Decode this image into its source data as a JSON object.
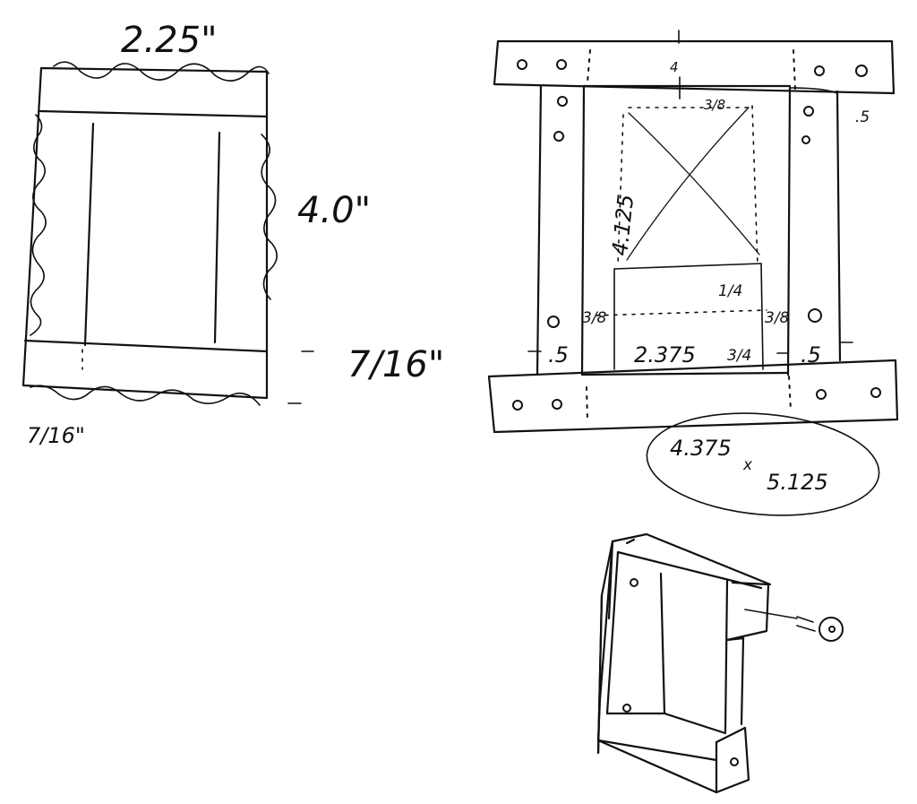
{
  "left_view": {
    "width_label": "2.25\"",
    "height_label": "4.0\"",
    "right_gap_label": "7/16\"",
    "bottom_gap_label": "7/16\""
  },
  "right_view": {
    "top_offset_label": "4",
    "window_top_label": "3/8",
    "window_height_label": "4.125",
    "lower_gap_label": "1/4",
    "left_inset_label": "3/8",
    "right_inset_label": "3/8",
    "inner_width_label": "2.375",
    "bottom_gap_label": "3/4",
    "left_margin_label": ".5",
    "right_margin_label": ".5",
    "top_right_label": ".5",
    "overall_label_1": "4.375",
    "overall_label_x": "x",
    "overall_label_2": "5.125"
  }
}
